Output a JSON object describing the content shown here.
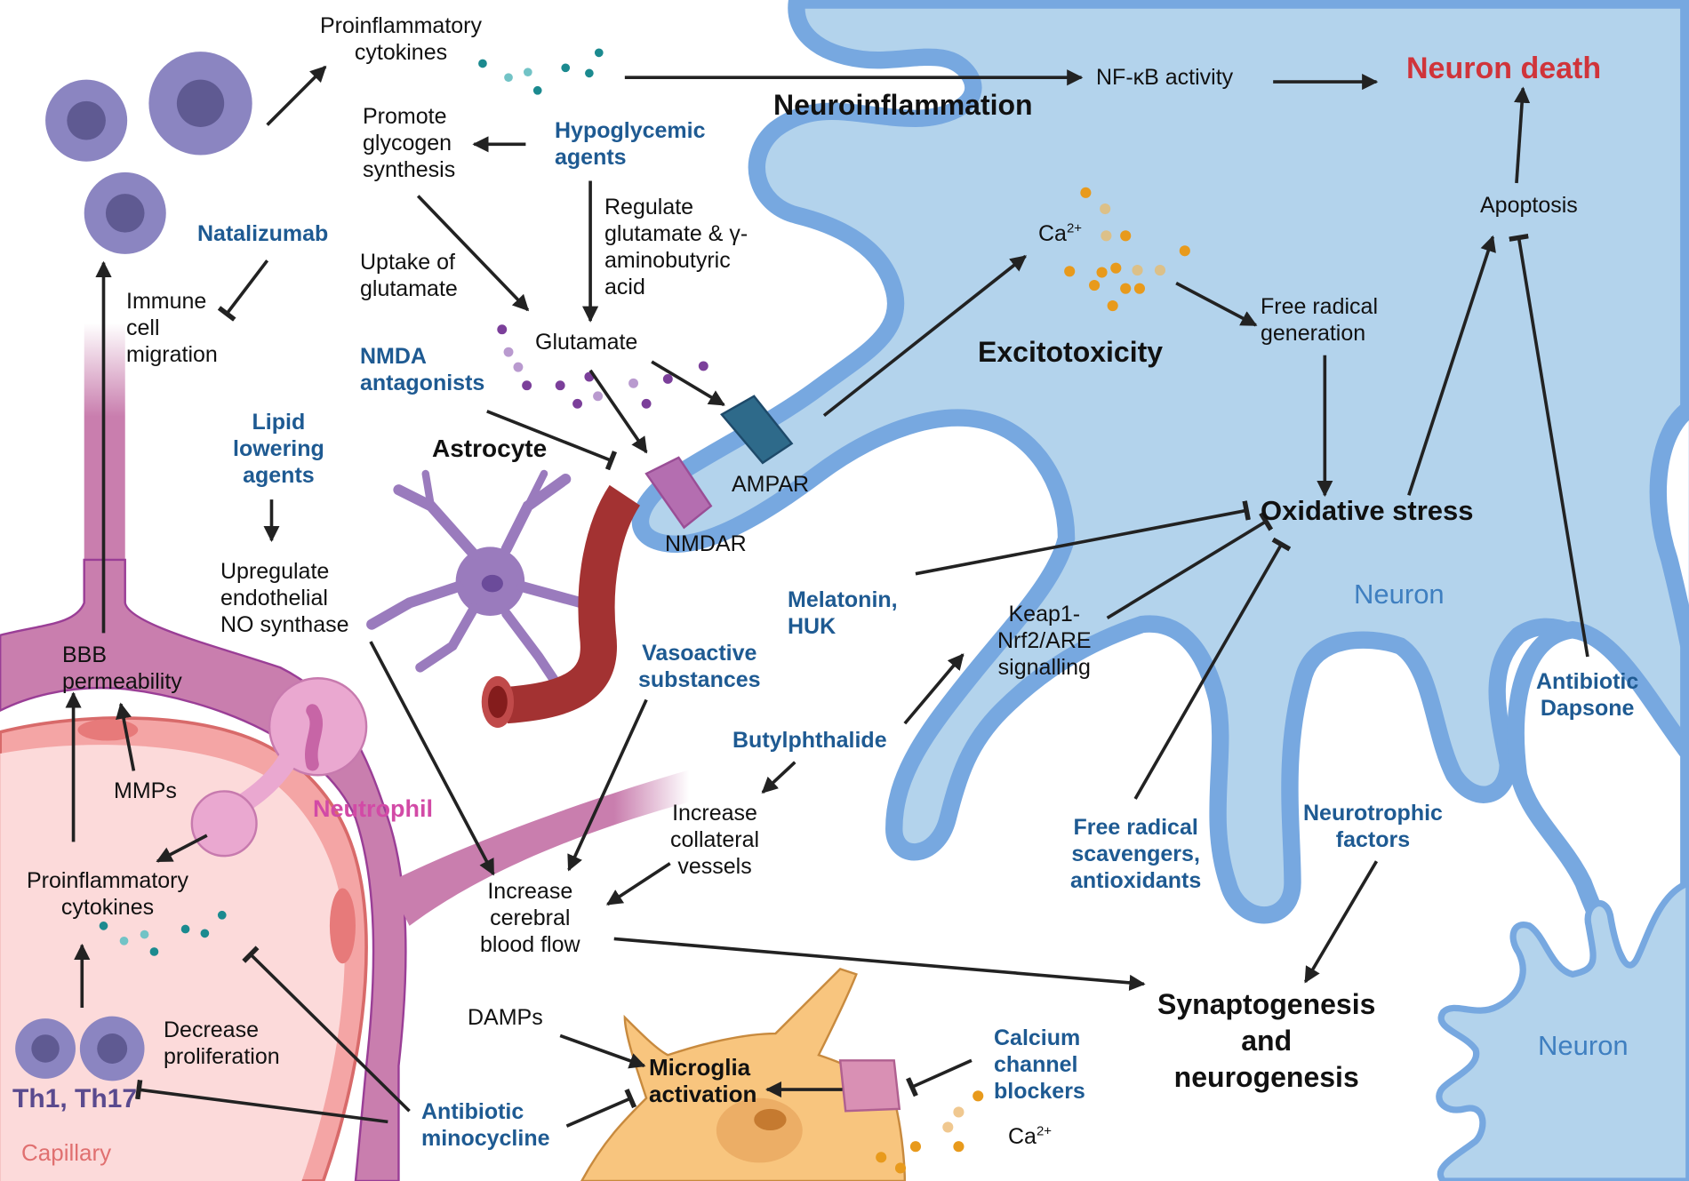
{
  "title": "Neuroprotective drug mechanisms in neuroinflammation and excitotoxicity",
  "colors": {
    "drug_label": "#1e5a92",
    "neuron_fill": "#b3d3ec",
    "neuron_outline": "#77a8e0",
    "neuron_death": "#d0343a",
    "neutrophil_label": "#d24aa6",
    "th_cells": "#5a4a8e",
    "capillary_label": "#e07070",
    "vessel_wall": "#c97eae",
    "capillary_fill": "#fadada",
    "microglia": "#f8c57e",
    "astrocyte": "#9a7bbd",
    "immune_cell": "#8b85c1",
    "cytokine": "#1b8a8f",
    "glutamate": "#7b3f9a",
    "calcium": "#e89a1c"
  },
  "section_headers": {
    "neuroinflammation": "Neuroinflammation",
    "excitotoxicity": "Excitotoxicity",
    "oxidative_stress": "Oxidative stress",
    "synaptogenesis": "Synaptogenesis\nand\nneurogenesis",
    "neuron_death": "Neuron death",
    "microglia_activation": "Microglia\nactivation",
    "astrocyte": "Astrocyte"
  },
  "cell_labels": {
    "neuron_main": "Neuron",
    "neuron_small": "Neuron",
    "neutrophil": "Neutrophil",
    "th_cells": "Th1, Th17",
    "capillary": "Capillary",
    "ampar": "AMPAR",
    "nmdar": "NMDAR"
  },
  "process_labels": {
    "proinflammatory_top": "Proinflammatory\ncytokines",
    "proinflammatory_bottom": "Proinflammatory\ncytokines",
    "nfkb": "NF-κB activity",
    "promote_glycogen": "Promote\nglycogen\nsynthesis",
    "regulate_glutamate": "Regulate\nglutamate & γ-\naminobutyric\nacid",
    "uptake_glutamate": "Uptake of\nglutamate",
    "glutamate": "Glutamate",
    "immune_migration": "Immune\ncell\nmigration",
    "upregulate_nos": "Upregulate\nendothelial\nNO synthase",
    "bbb": "BBB\npermeability",
    "mmps": "MMPs",
    "decrease_proliferation": "Decrease\nproliferation",
    "ca_top": "Ca",
    "ca_bottom": "Ca",
    "ca_charge": "2+",
    "free_radical_generation": "Free radical\ngeneration",
    "apoptosis": "Apoptosis",
    "keap1": "Keap1-\nNrf2/ARE\nsignalling",
    "increase_collateral": "Increase\ncollateral\nvessels",
    "increase_cbf": "Increase\ncerebral\nblood flow",
    "damps": "DAMPs"
  },
  "drugs": {
    "natalizumab": "Natalizumab",
    "hypoglycemic": "Hypoglycemic\nagents",
    "nmda_antagonists": "NMDA\nantagonists",
    "lipid_lowering": "Lipid\nlowering\nagents",
    "melatonin": "Melatonin,\nHUK",
    "vasoactive": "Vasoactive\nsubstances",
    "butylphthalide": "Butylphthalide",
    "antibiotic_dapsone": "Antibiotic\nDapsone",
    "free_radical_scavengers": "Free radical\nscavengers,\nantioxidants",
    "neurotrophic": "Neurotrophic\nfactors",
    "calcium_blockers": "Calcium\nchannel\nblockers",
    "antibiotic_minocycline": "Antibiotic\nminocycline"
  }
}
